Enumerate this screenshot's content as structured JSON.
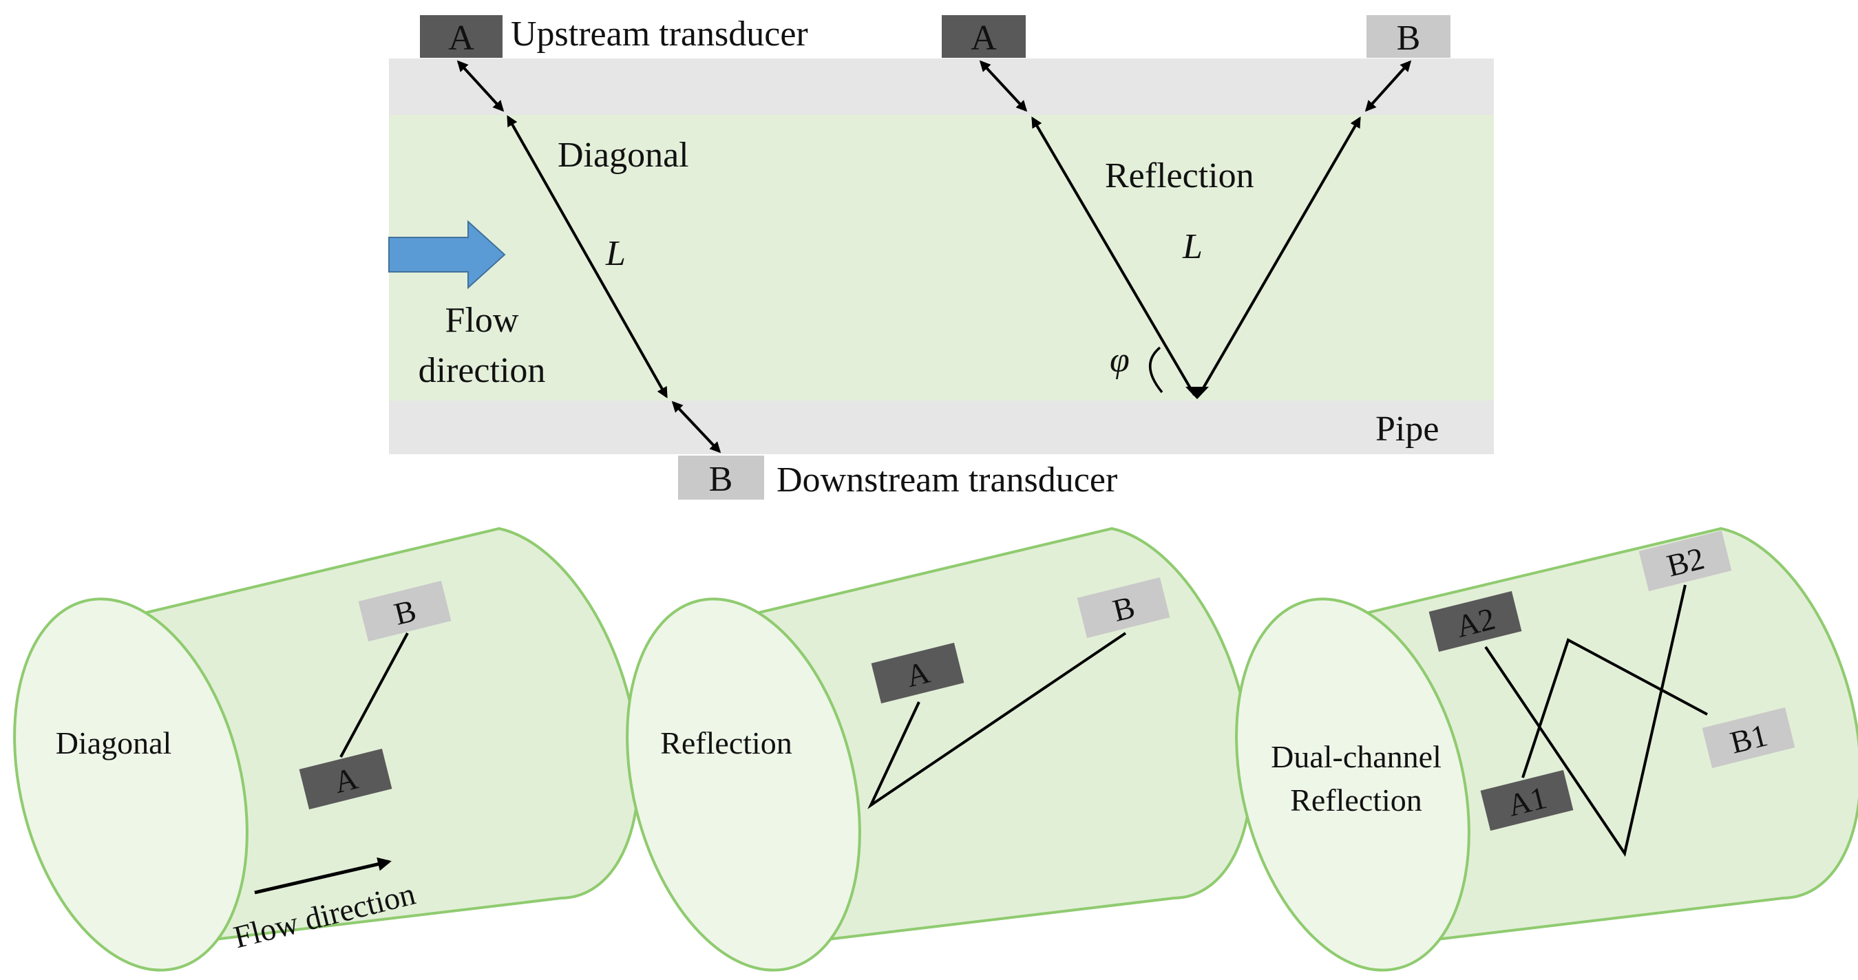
{
  "colors": {
    "pipe_wall": "#e6e6e6",
    "fluid": "#e3efd9",
    "cylinder_fill": "#e2efd7",
    "cylinder_face": "#eef6e8",
    "cylinder_edge": "#8fcb6f",
    "transducer_dark": "#595959",
    "transducer_light": "#c9c9c9",
    "flow_arrow": "#5b9bd5",
    "line": "#000000"
  },
  "top_diagram": {
    "upstream_label": "Upstream transducer",
    "downstream_label": "Downstream transducer",
    "diagonal_label": "Diagonal",
    "reflection_label": "Reflection",
    "path_length_symbol": "L",
    "angle_symbol": "φ",
    "pipe_label": "Pipe",
    "flow_line1": "Flow",
    "flow_line2": "direction",
    "transducers": {
      "diag_a": "A",
      "diag_b": "B",
      "refl_a": "A",
      "refl_b": "B"
    }
  },
  "cylinders": {
    "diagonal": {
      "label": "Diagonal",
      "a": "A",
      "b": "B",
      "flow_label": "Flow direction"
    },
    "reflection": {
      "label": "Reflection",
      "a": "A",
      "b": "B"
    },
    "dual": {
      "label_line1": "Dual-channel",
      "label_line2": "Reflection",
      "a1": "A1",
      "a2": "A2",
      "b1": "B1",
      "b2": "B2"
    }
  }
}
